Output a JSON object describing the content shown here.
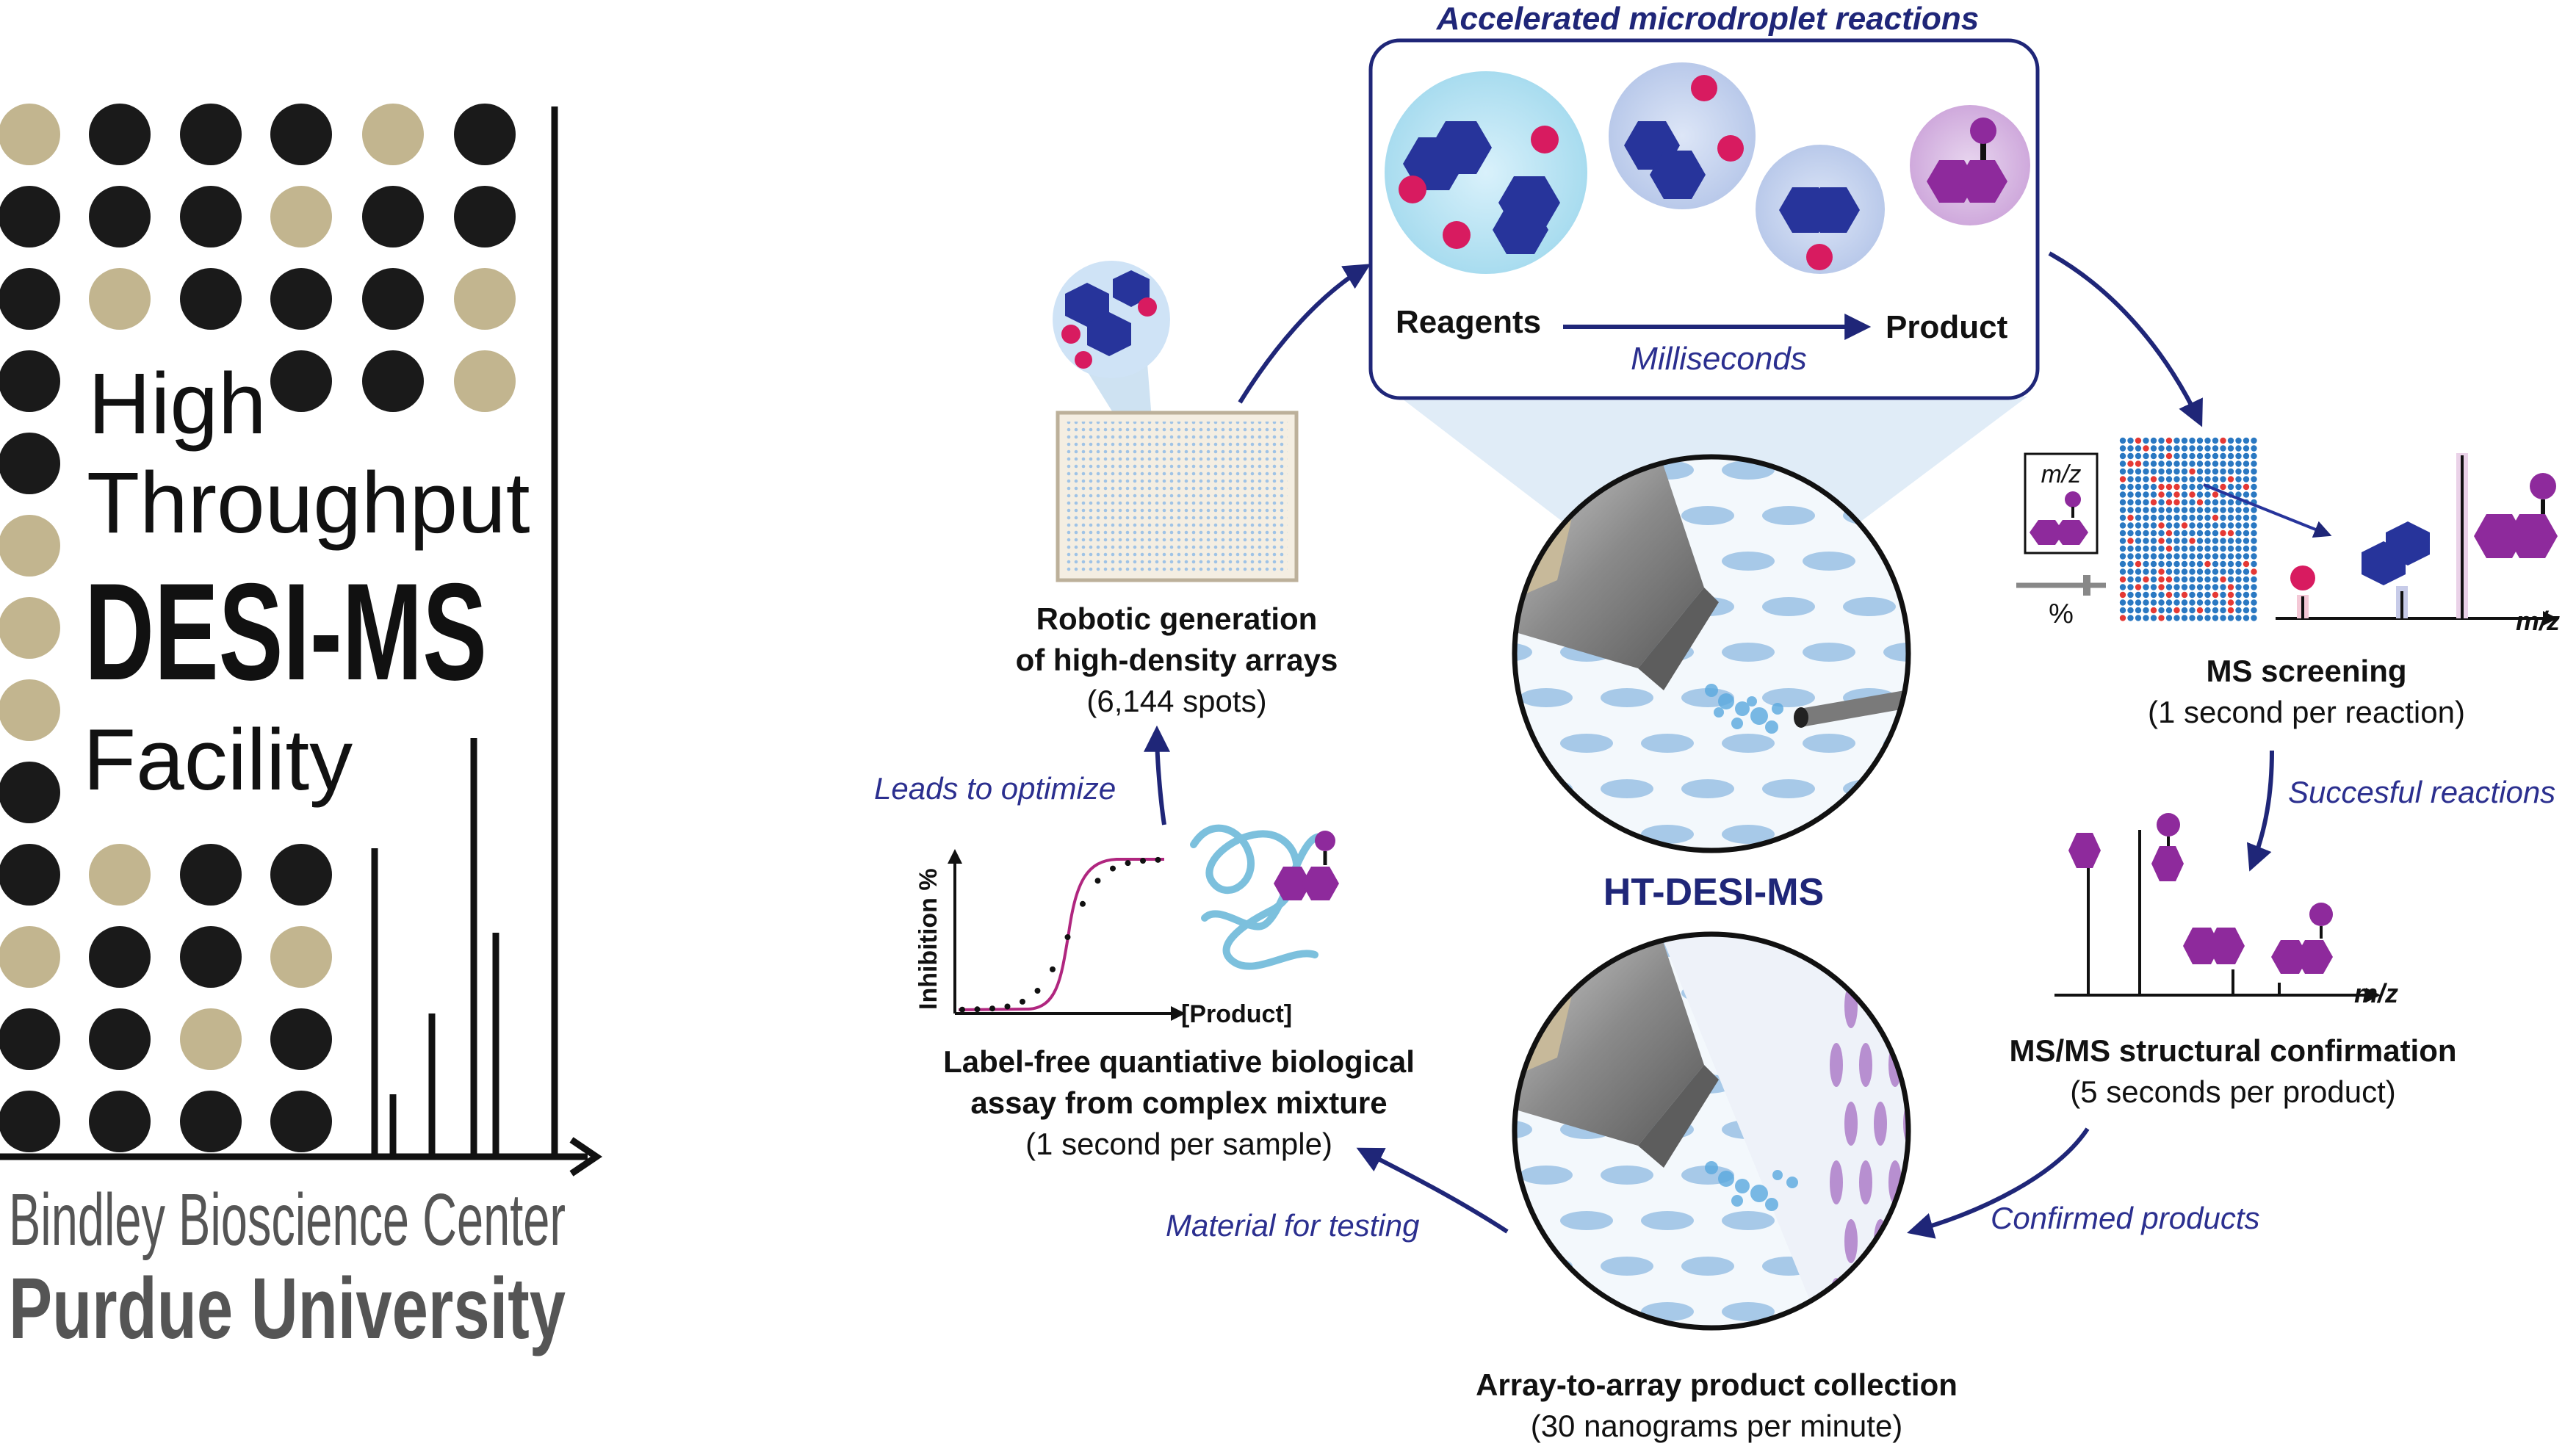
{
  "logo": {
    "line1": "High",
    "line2": "Throughput",
    "line3": "DESI-MS",
    "line4": "Facility",
    "org1": "Bindley Bioscience Center",
    "org2": "Purdue University",
    "colors": {
      "dark": "#1a1a1a",
      "gold": "#c2b58f"
    }
  },
  "top_panel": {
    "title": "Accelerated microdroplet reactions",
    "reagents": "Reagents",
    "product": "Product",
    "time": "Milliseconds"
  },
  "center": {
    "label": "HT-DESI-MS"
  },
  "arrays": {
    "title1": "Robotic generation",
    "title2": "of high-density arrays",
    "sub": "(6,144 spots)"
  },
  "screening": {
    "axis_mz": "m/z",
    "legend_mz": "m/z",
    "legend_pct": "%",
    "title": "MS screening",
    "sub": "(1 second per reaction)"
  },
  "msms": {
    "axis_mz": "m/z",
    "title": "MS/MS structural confirmation",
    "sub": "(5 seconds per product)"
  },
  "collection": {
    "title": "Array-to-array product collection",
    "sub": "(30 nanograms per minute)"
  },
  "assay": {
    "ylabel": "Inhibition %",
    "xlabel": "[Product]",
    "title1": "Label-free quantiative biological",
    "title2": "assay from complex mixture",
    "sub": "(1 second per sample)"
  },
  "flow_labels": {
    "successful": "Succesful reactions",
    "confirmed": "Confirmed products",
    "material": "Material for testing",
    "leads": "Leads to optimize"
  },
  "colors": {
    "navy": "#1f2678",
    "label_blue": "#2b2f8f",
    "magenta": "#d81b60",
    "purple": "#8e2a9c",
    "droplet": "#a9d4f0"
  }
}
